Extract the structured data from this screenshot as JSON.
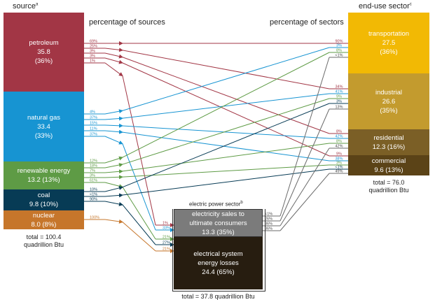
{
  "headers": {
    "source": "source",
    "source_note": "a",
    "pct_sources": "percentage of sources",
    "pct_sectors": "percentage of sectors",
    "end_use": "end-use sector",
    "end_use_note": "c",
    "electric": "electric power sector",
    "electric_note": "b"
  },
  "sources": [
    {
      "id": "petroleum",
      "name": "petroleum",
      "value": "35.8",
      "share": "(36%)",
      "color": "#a23645"
    },
    {
      "id": "natgas",
      "name": "natural gas",
      "value": "33.4",
      "share": "(33%)",
      "color": "#1794d2"
    },
    {
      "id": "renew",
      "name": "renewable energy",
      "value": "13.2 (13%)",
      "color": "#5e9b45"
    },
    {
      "id": "coal",
      "name": "coal",
      "value": "9.8 (10%)",
      "color": "#073b55"
    },
    {
      "id": "nuclear",
      "name": "nuclear",
      "value": "8.0 (8%)",
      "color": "#c6762b"
    }
  ],
  "sectors": [
    {
      "id": "transport",
      "name": "transportation",
      "value": "27.5",
      "share": "(36%)",
      "color": "#f2b904"
    },
    {
      "id": "industrial",
      "name": "industrial",
      "value": "26.6",
      "share": "(35%)",
      "color": "#c39b2e"
    },
    {
      "id": "residential",
      "name": "residential",
      "value": "12.3 (16%)",
      "color": "#7b5f26"
    },
    {
      "id": "commercial",
      "name": "commercial",
      "value": "9.6 (13%)",
      "color": "#5b4317"
    }
  ],
  "electric": {
    "sales_label1": "electricity sales to",
    "sales_label2": "ultimate consumers",
    "sales_value": "13.3 (35%)",
    "losses_label1": "electrical system",
    "losses_label2": "energy losses",
    "losses_value": "24.4 (65%)"
  },
  "totals": {
    "source_line1": "total = 100.4",
    "source_line2": "quadrillion Btu",
    "sector_line1": "total = 76.0",
    "sector_line2": "quadrillion Btu",
    "electric": "total = 37.8 quadrillion Btu"
  },
  "source_pcts": {
    "petroleum": [
      "69%",
      "25%",
      "3%",
      "3%",
      "1%"
    ],
    "natgas": [
      "4%",
      "37%",
      "15%",
      "11%",
      "37%"
    ],
    "renew": [
      "12%",
      "18%",
      "7%",
      "3%",
      "61%"
    ],
    "coal": [
      "10%",
      "<1%",
      "90%"
    ],
    "nuclear": [
      "100%"
    ]
  },
  "sector_pcts": {
    "transport": [
      "90%",
      "3%",
      "8%",
      "<1%"
    ],
    "industrial": [
      "34%",
      "41%",
      "9%",
      "3%",
      "13%"
    ],
    "residential": [
      "8%",
      "42%",
      "8%",
      "42%"
    ],
    "commercial": [
      "9%",
      "38%",
      "3%",
      "<1%",
      "49%"
    ]
  },
  "electric_pcts": {
    "inputs": [
      "1%",
      "33%",
      "21%",
      "27%",
      "21%"
    ],
    "outputs": [
      "<1%",
      "26%",
      "36%",
      "36%"
    ]
  }
}
